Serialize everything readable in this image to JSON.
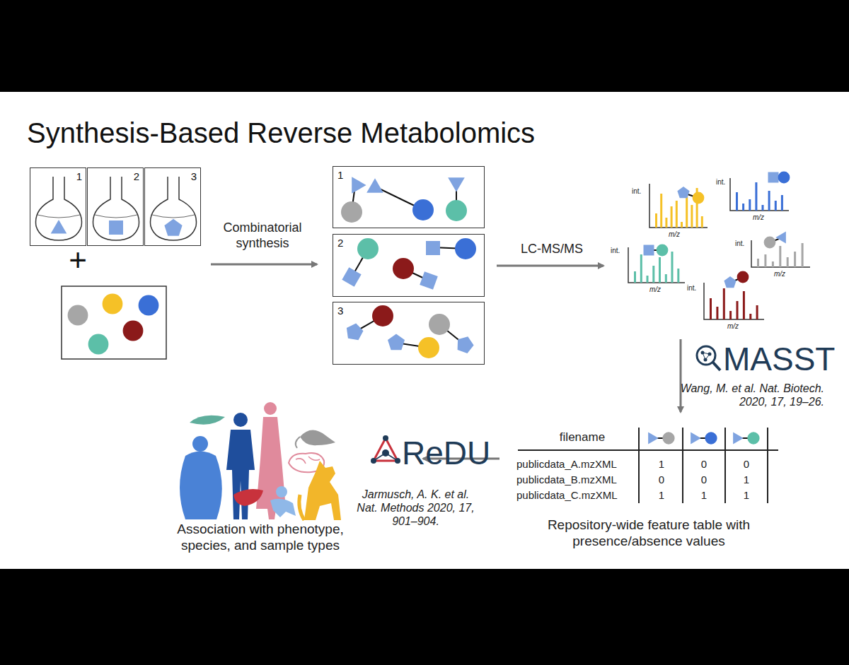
{
  "diagram": {
    "title": "Synthesis-Based Reverse Metabolomics",
    "nodes": [
      {
        "text": [
          "1"
        ]
      },
      {
        "text": [
          "2"
        ]
      },
      {
        "text": [
          "3"
        ]
      },
      {
        "text": [
          "1"
        ]
      },
      {
        "text": [
          "2"
        ]
      },
      {
        "text": [
          "3"
        ]
      }
    ],
    "labels": [
      "+",
      "Combinatorial synthesis",
      "LC-MS/MS",
      "int.",
      "m/z",
      "int.",
      "m/z",
      "int.",
      "m/z",
      "int.",
      "m/z",
      "int.",
      "m/z",
      "MASST",
      "Wang, M. et al. Nat. Biotech. 2020, 17, 19–26.",
      "filename",
      "publicdata_A.mzXML",
      "1",
      "0",
      "0",
      "publicdata_B.mzXML",
      "0",
      "0",
      "1",
      "publicdata_C.mzXML",
      "1",
      "1",
      "1",
      "Repository-wide feature table with presence/absence values",
      "ReDU",
      "Jarmusch, A. K. et al. Nat. Methods 2020, 17, 901–904.",
      "Association with phenotype, species, and sample types"
    ]
  }
}
